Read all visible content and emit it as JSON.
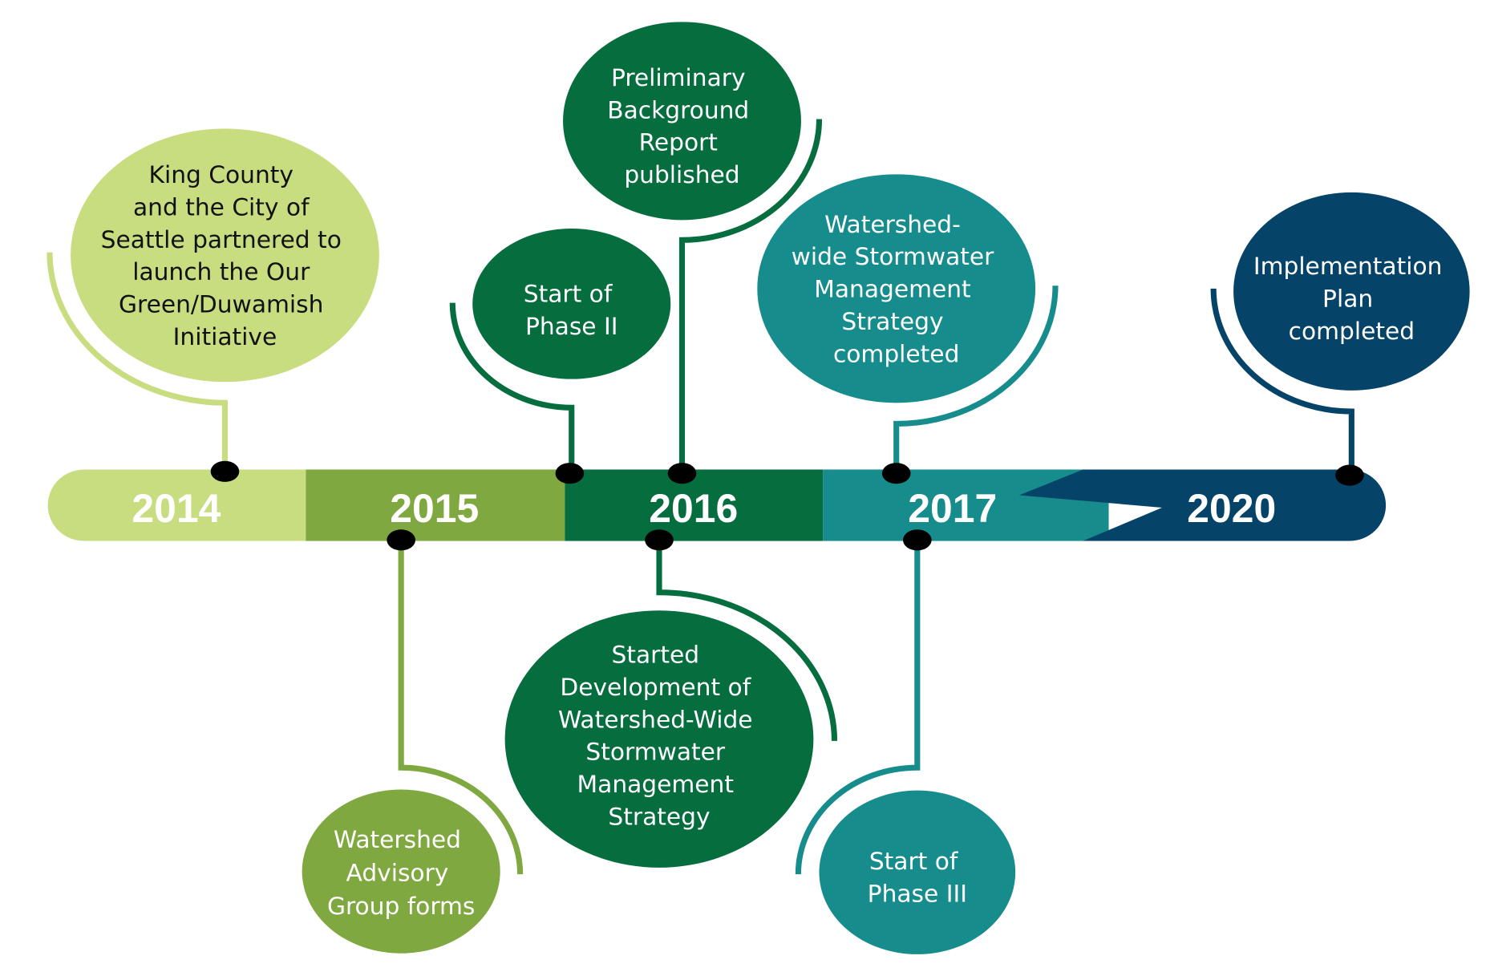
{
  "title": "Green/Duwamish Watershed Timeline",
  "colors": {
    "y2014": "#c8dc80",
    "y2015": "#80a840",
    "y2016": "#056d3e",
    "y2017": "#178c8c",
    "y2020": "#054468",
    "dot": "#000000"
  },
  "years": [
    "2014",
    "2015",
    "2016",
    "2017",
    "2020"
  ],
  "events": [
    {
      "year": "2014",
      "lines": [
        "King County",
        "and the City of",
        "Seattle partnered to",
        "launch the Our",
        "Green/Duwamish",
        "Initiative"
      ]
    },
    {
      "year": "2015",
      "lines": [
        "Watershed",
        "Advisory",
        "Group forms"
      ]
    },
    {
      "year": "2015",
      "lines": [
        "Start of",
        "Phase II"
      ]
    },
    {
      "year": "2016",
      "lines": [
        "Preliminary",
        "Background",
        "Report",
        "published"
      ]
    },
    {
      "year": "2016",
      "lines": [
        "Started",
        "Development of",
        "Watershed-Wide",
        "Stormwater",
        "Management",
        "Strategy"
      ]
    },
    {
      "year": "2017",
      "lines": [
        "Watershed-",
        "wide Stormwater",
        "Management",
        "Strategy",
        "completed"
      ]
    },
    {
      "year": "2017",
      "lines": [
        "Start of",
        "Phase III"
      ]
    },
    {
      "year": "2020",
      "lines": [
        "Implementation",
        "Plan",
        "completed"
      ]
    }
  ]
}
